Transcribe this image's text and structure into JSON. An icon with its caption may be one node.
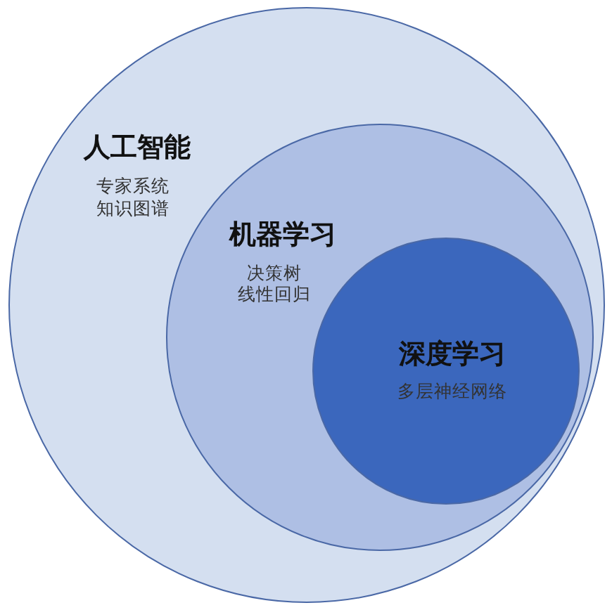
{
  "diagram": {
    "nodes": [
      {
        "text": [
          "人工智能",
          "专家系统",
          "知识图谱"
        ]
      },
      {
        "text": [
          "机器学习",
          "决策树",
          "线性回归"
        ],
        "in": 0
      },
      {
        "text": [
          "深度学习",
          "多层神经网络"
        ],
        "in": 1
      }
    ]
  }
}
